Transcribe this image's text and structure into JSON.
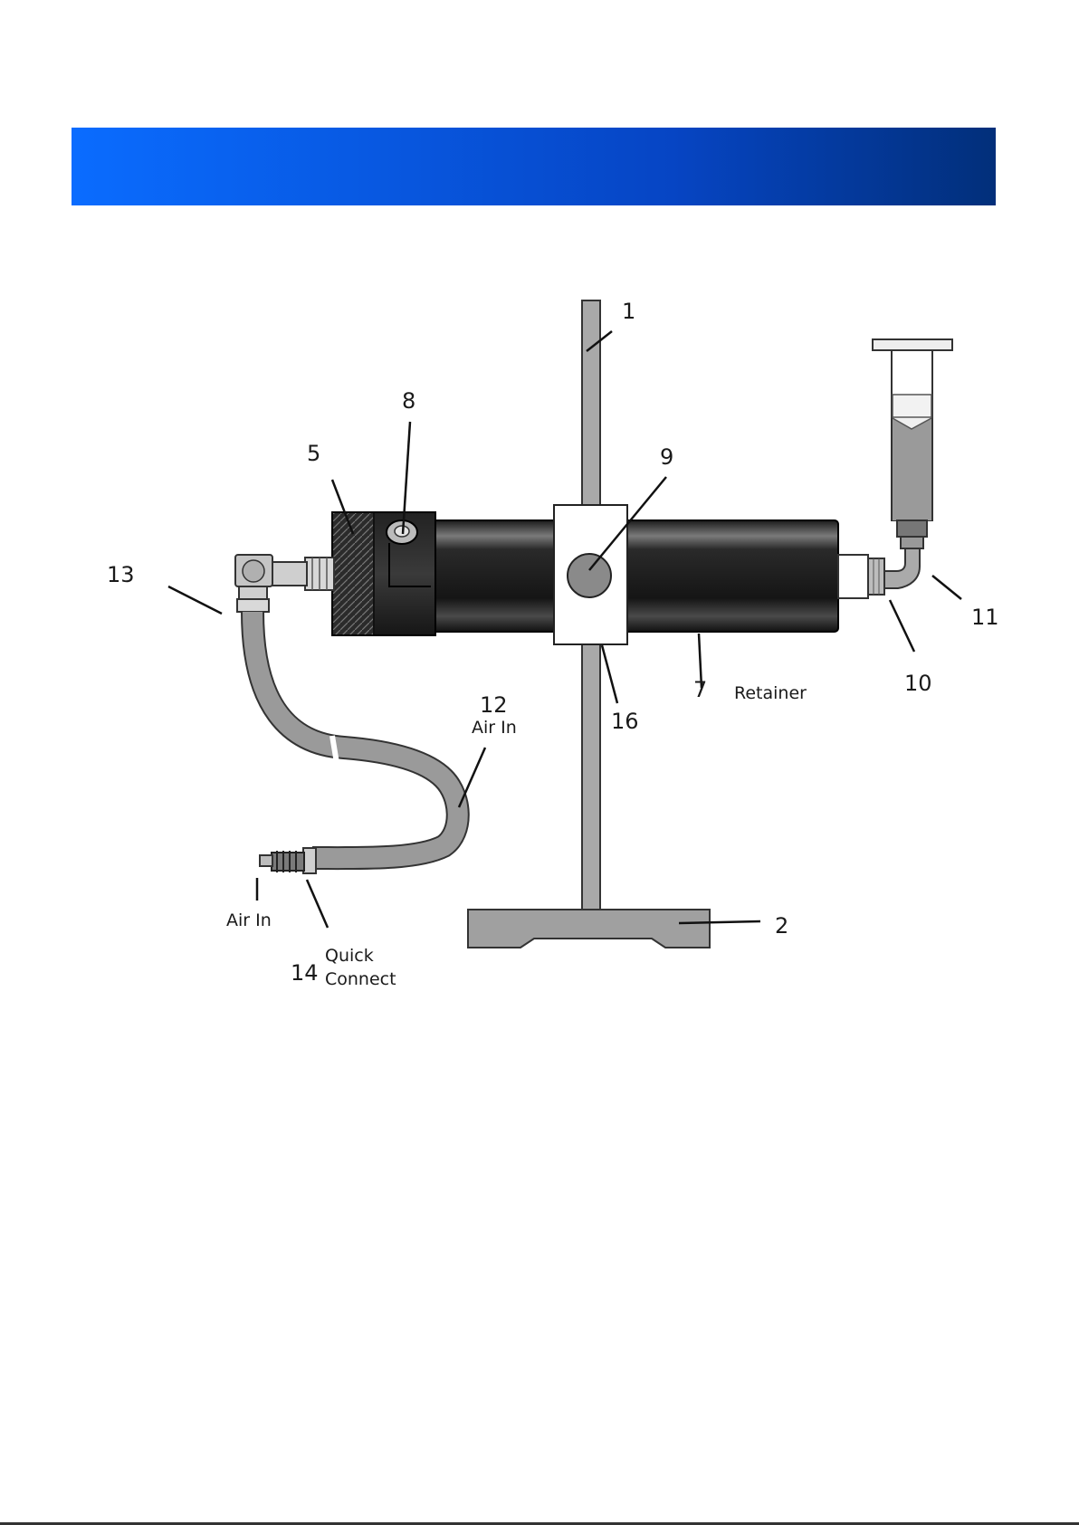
{
  "header": {
    "color_start": "#0a6cff",
    "color_end": "#022f7a"
  },
  "callouts": {
    "c1": "1",
    "c2": "2",
    "c5": "5",
    "c7": "7",
    "c8": "8",
    "c9": "9",
    "c10": "10",
    "c11": "11",
    "c12": "12",
    "c13": "13",
    "c14": "14",
    "c16": "16"
  },
  "captions": {
    "retainer": "Retainer",
    "air_in_top": "Air In",
    "air_in_bottom": "Air In",
    "quick": "Quick",
    "connect": "Connect"
  }
}
